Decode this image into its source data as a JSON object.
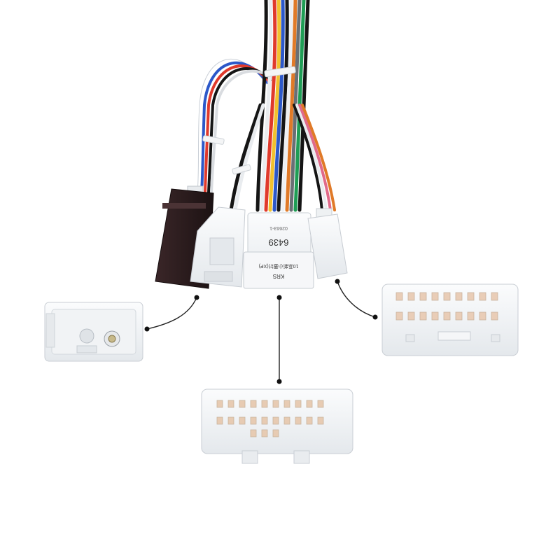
{
  "product": {
    "labels": {
      "model_number": "6439",
      "part_code": "KRS",
      "small_code": "02663-1",
      "description": "10系新小塞针(XP)"
    }
  },
  "colors": {
    "connector_white": "#f2f4f6",
    "connector_shadow": "#d9dde2",
    "connector_dark": "#2b1d1f",
    "callout_line": "#222222",
    "background": "#ffffff"
  }
}
